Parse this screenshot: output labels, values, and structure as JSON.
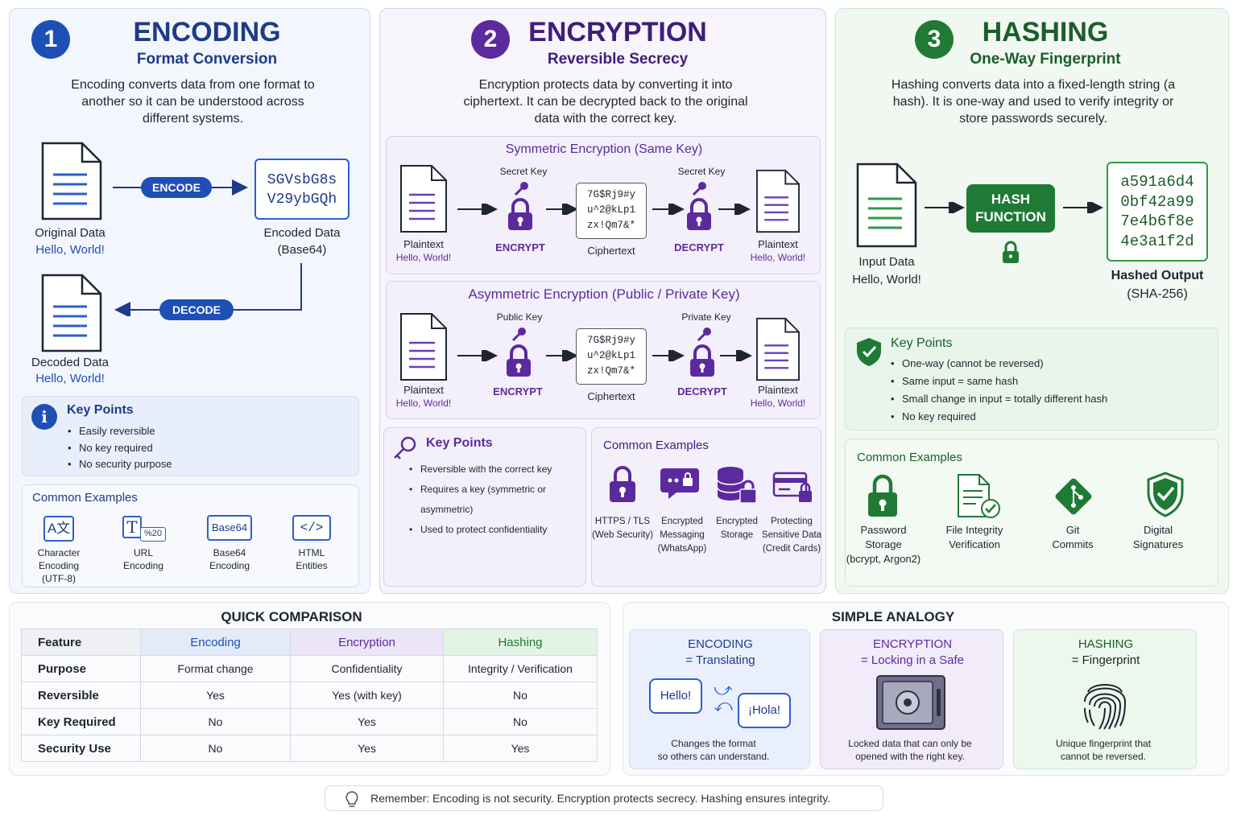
{
  "encoding": {
    "number": "1",
    "title": "ENCODING",
    "subtitle": "Format Conversion",
    "description": "Encoding converts data from one format to another so it can be understood across different systems.",
    "original_label": "Original Data",
    "original_value": "Hello, World!",
    "encode_pill": "ENCODE",
    "encoded_line1": "SGVsbG8s",
    "encoded_line2": "V29ybGQh",
    "encoded_label": "Encoded Data",
    "encoded_sub": "(Base64)",
    "decode_pill": "DECODE",
    "decoded_label": "Decoded Data",
    "decoded_value": "Hello, World!",
    "key_points_title": "Key Points",
    "key_points": [
      "Easily reversible",
      "No key required",
      "No security purpose"
    ],
    "examples_title": "Common Examples",
    "examples": [
      {
        "icon": "A文",
        "l1": "Character",
        "l2": "Encoding",
        "l3": "(UTF-8)"
      },
      {
        "icon": "T",
        "badge": "%20",
        "l1": "URL",
        "l2": "Encoding",
        "l3": ""
      },
      {
        "icon": "Base64",
        "l1": "Base64",
        "l2": "Encoding",
        "l3": ""
      },
      {
        "icon": "</>",
        "l1": "HTML",
        "l2": "Entities",
        "l3": ""
      }
    ]
  },
  "encryption": {
    "number": "2",
    "title": "ENCRYPTION",
    "subtitle": "Reversible Secrecy",
    "description": "Encryption protects data by converting it into ciphertext. It can be decrypted back to the original data with the correct key.",
    "symmetric": {
      "title": "Symmetric Encryption (Same Key)",
      "plain_label": "Plaintext",
      "plain_value": "Hello, World!",
      "key1": "Secret Key",
      "encrypt": "ENCRYPT",
      "cipher1": "7G$Rj9#y",
      "cipher2": "u^2@kLp1",
      "cipher3": "zx!Qm7&*",
      "cipher_label": "Ciphertext",
      "key2": "Secret Key",
      "decrypt": "DECRYPT",
      "out_label": "Plaintext",
      "out_value": "Hello, World!"
    },
    "asymmetric": {
      "title": "Asymmetric Encryption (Public / Private Key)",
      "plain_label": "Plaintext",
      "plain_value": "Hello, World!",
      "key1": "Public Key",
      "encrypt": "ENCRYPT",
      "cipher1": "7G$Rj9#y",
      "cipher2": "u^2@kLp1",
      "cipher3": "zx!Qm7&*",
      "cipher_label": "Ciphertext",
      "key2": "Private Key",
      "decrypt": "DECRYPT",
      "out_label": "Plaintext",
      "out_value": "Hello, World!"
    },
    "key_points_title": "Key Points",
    "key_points": [
      "Reversible with the correct key",
      "Requires a key (symmetric or asymmetric)",
      "Used to protect confidentiality"
    ],
    "examples_title": "Common Examples",
    "examples": [
      {
        "l1": "HTTPS / TLS",
        "l2": "(Web Security)",
        "l3": ""
      },
      {
        "l1": "Encrypted",
        "l2": "Messaging",
        "l3": "(WhatsApp)"
      },
      {
        "l1": "Encrypted",
        "l2": "Storage",
        "l3": ""
      },
      {
        "l1": "Protecting",
        "l2": "Sensitive Data",
        "l3": "(Credit Cards)"
      }
    ]
  },
  "hashing": {
    "number": "3",
    "title": "HASHING",
    "subtitle": "One-Way Fingerprint",
    "description": "Hashing converts data into a fixed-length string (a hash). It is one-way and used to verify integrity or store passwords securely.",
    "input_label": "Input Data",
    "input_value": "Hello, World!",
    "function_l1": "HASH",
    "function_l2": "FUNCTION",
    "hash1": "a591a6d4",
    "hash2": "0bf42a99",
    "hash3": "7e4b6f8e",
    "hash4": "4e3a1f2d",
    "output_label": "Hashed Output",
    "output_sub": "(SHA-256)",
    "key_points_title": "Key Points",
    "key_points": [
      "One-way (cannot be reversed)",
      "Same input = same hash",
      "Small change in input = totally different hash",
      "No key required"
    ],
    "examples_title": "Common Examples",
    "examples": [
      {
        "l1": "Password",
        "l2": "Storage",
        "l3": "(bcrypt, Argon2)"
      },
      {
        "l1": "File Integrity",
        "l2": "Verification",
        "l3": ""
      },
      {
        "l1": "Git",
        "l2": "Commits",
        "l3": ""
      },
      {
        "l1": "Digital",
        "l2": "Signatures",
        "l3": ""
      }
    ]
  },
  "comparison": {
    "title": "QUICK COMPARISON",
    "headers": [
      "Feature",
      "Encoding",
      "Encryption",
      "Hashing"
    ],
    "rows": [
      [
        "Purpose",
        "Format change",
        "Confidentiality",
        "Integrity / Verification"
      ],
      [
        "Reversible",
        "Yes",
        "Yes (with key)",
        "No"
      ],
      [
        "Key Required",
        "No",
        "Yes",
        "No"
      ],
      [
        "Security Use",
        "No",
        "Yes",
        "Yes"
      ]
    ]
  },
  "analogy": {
    "title": "SIMPLE ANALOGY",
    "encoding": {
      "title": "ENCODING",
      "sub": "= Translating",
      "bubble1": "Hello!",
      "bubble2": "¡Hola!",
      "caption1": "Changes the format",
      "caption2": "so others can understand."
    },
    "encryption": {
      "title": "ENCRYPTION",
      "sub": "= Locking in a Safe",
      "caption1": "Locked data that can only be",
      "caption2": "opened with the right key."
    },
    "hashing": {
      "title": "HASHING",
      "sub": "= Fingerprint",
      "caption1": "Unique fingerprint that",
      "caption2": "cannot be reversed."
    }
  },
  "footer": {
    "text": "Remember: Encoding is not security. Encryption protects secrecy. Hashing ensures integrity."
  },
  "colors": {
    "encoding": "#1e4fb4",
    "encryption": "#5b2a9e",
    "hashing": "#1f7a35"
  }
}
